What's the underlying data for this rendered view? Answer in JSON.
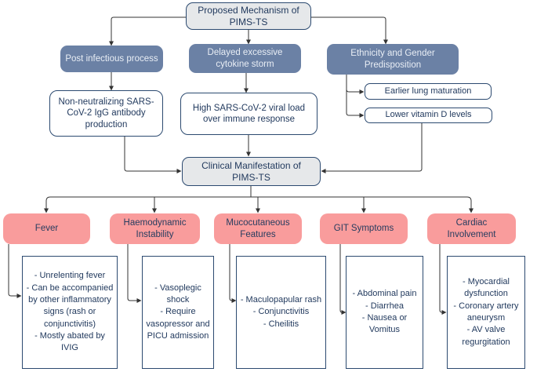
{
  "diagram": {
    "top": {
      "title": "Proposed Mechanism of PIMS-TS"
    },
    "mechanisms": [
      {
        "label": "Post infectious process",
        "detail": "Non-neutralizing SARS-CoV-2 IgG antibody production"
      },
      {
        "label": "Delayed excessive cytokine storm",
        "detail": "High SARS-CoV-2 viral load over immune response"
      },
      {
        "label": "Ethnicity and Gender Predisposition",
        "sub_details": [
          "Earlier lung maturation",
          "Lower vitamin D levels"
        ]
      }
    ],
    "clinical": {
      "title": "Clinical Manifestation of PIMS-TS"
    },
    "manifestations": [
      {
        "label": "Fever",
        "details": [
          "- Unrelenting fever",
          "- Can be accompanied by other inflammatory signs (rash or conjunctivitis)",
          "- Mostly abated by IVIG"
        ]
      },
      {
        "label": "Haemodynamic Instability",
        "details": [
          "- Vasoplegic shock",
          "- Require vasopressor and PICU admission"
        ]
      },
      {
        "label": "Mucocutaneous Features",
        "details": [
          "- Maculopapular rash",
          "- Conjunctivitis",
          "- Cheilitis"
        ]
      },
      {
        "label": "GIT Symptoms",
        "details": [
          "- Abdominal pain",
          "- Diarrhea",
          "- Nausea or Vomitus"
        ]
      },
      {
        "label": "Cardiac Involvement",
        "details": [
          "- Myocardial dysfunction",
          "- Coronary artery aneurysm",
          "- AV valve regurgitation"
        ]
      }
    ],
    "colors": {
      "node_blue": "#6b81a5",
      "node_pink": "#f99c9c",
      "node_gray": "#e6e8ea",
      "border_navy": "#2c4a70",
      "text_navy": "#263c5f",
      "connector": "#333333"
    }
  }
}
